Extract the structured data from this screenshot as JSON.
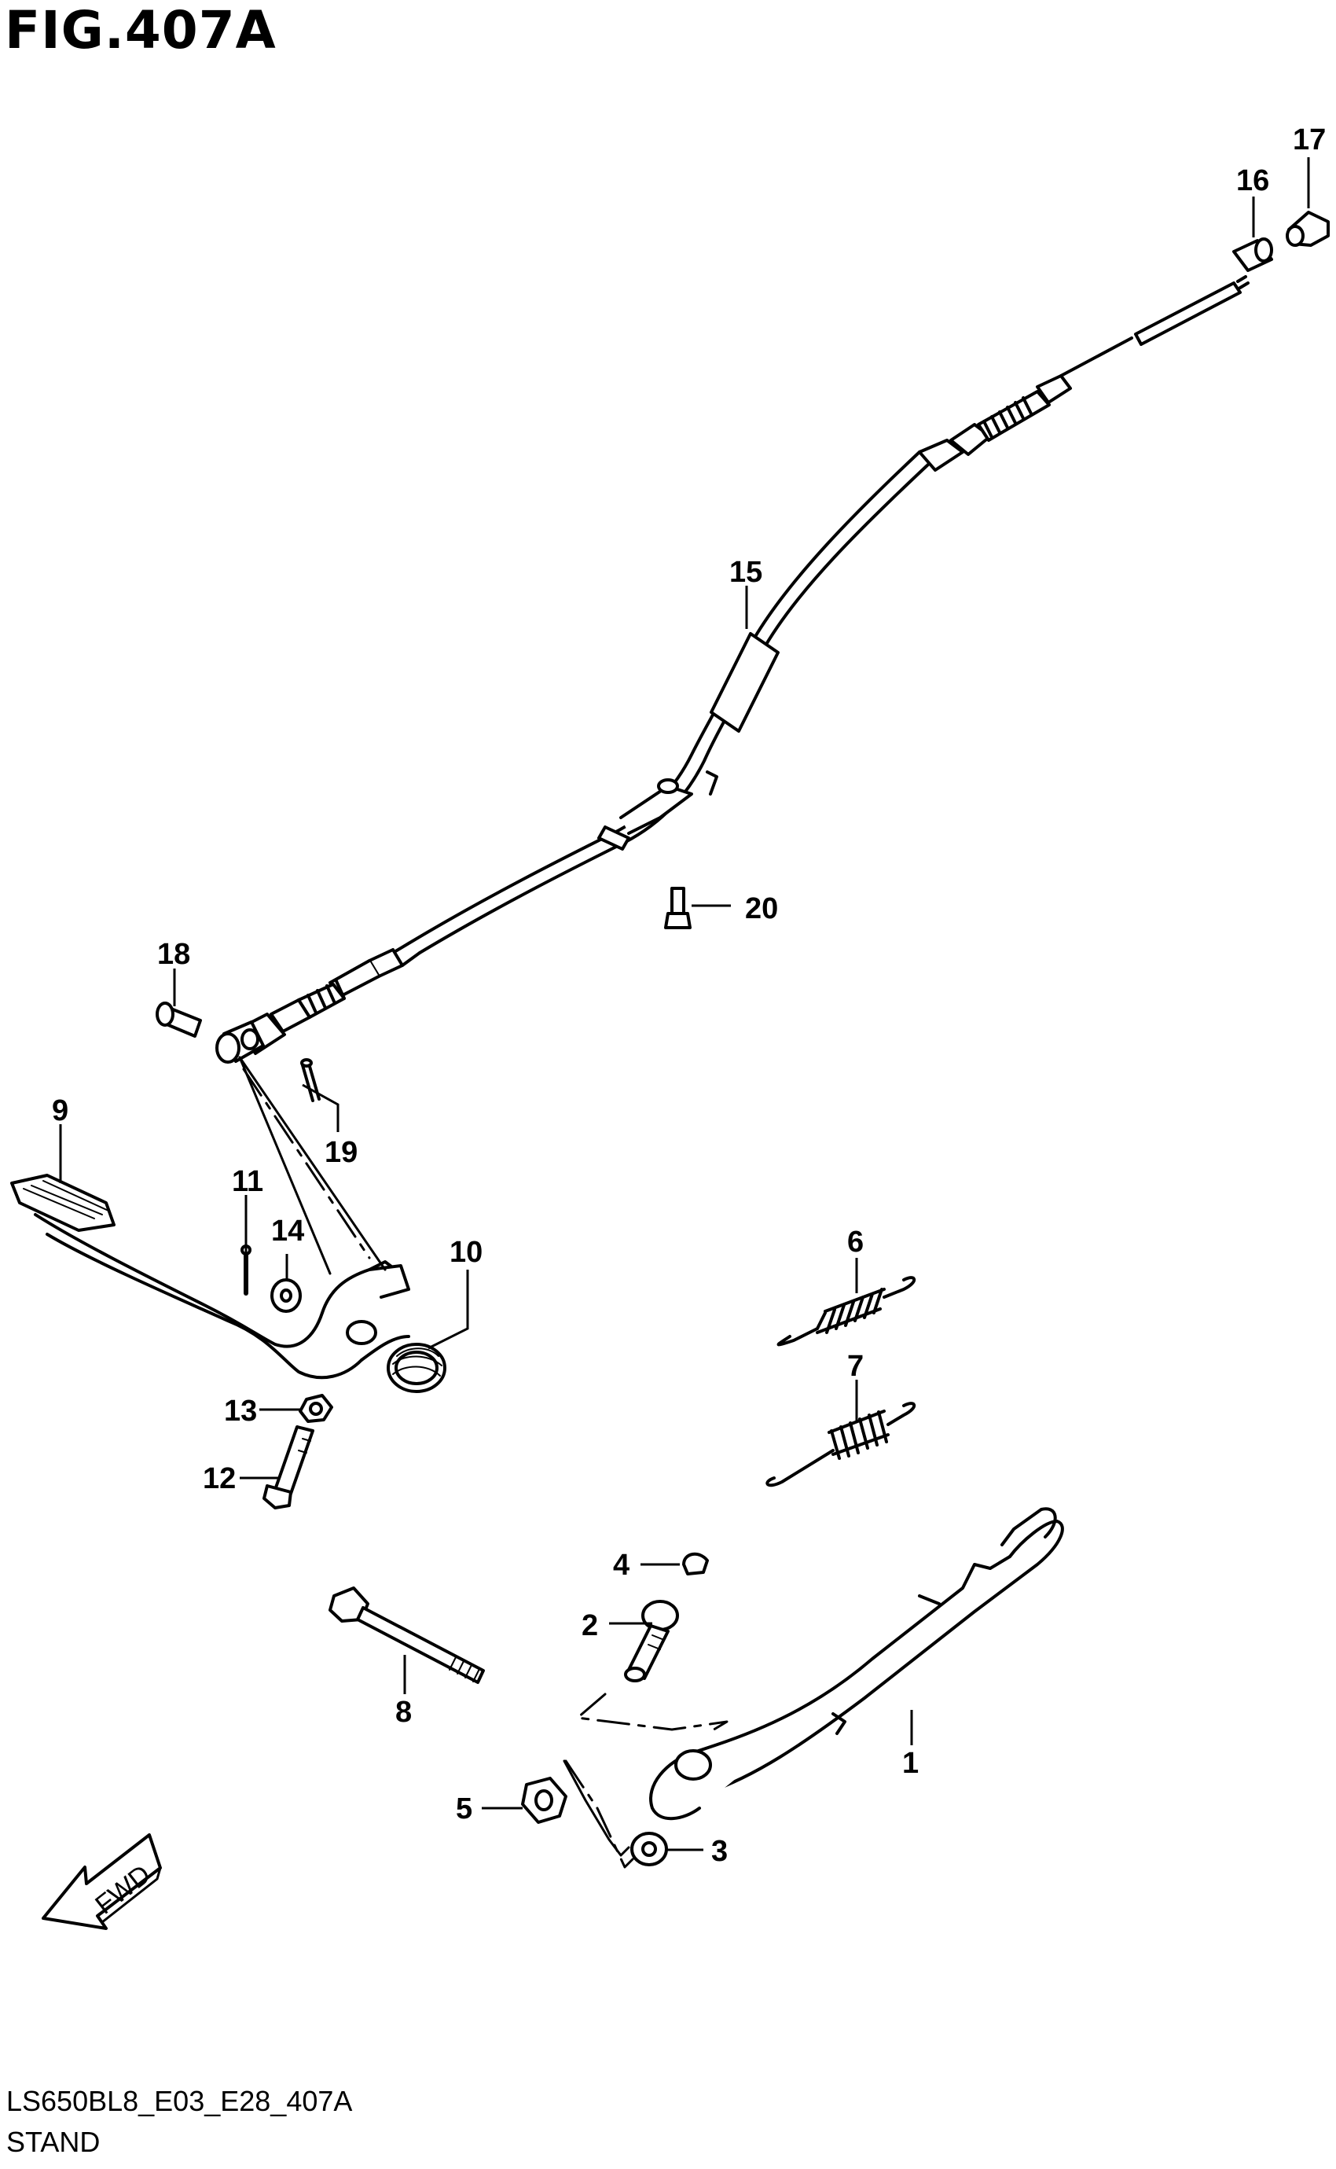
{
  "figure": {
    "title": "FIG.407A",
    "code": "LS650BL8_E03_E28_407A",
    "name": "STAND",
    "direction_label": "FWD"
  },
  "callouts": {
    "c1": "1",
    "c2": "2",
    "c3": "3",
    "c4": "4",
    "c5": "5",
    "c6": "6",
    "c7": "7",
    "c8": "8",
    "c9": "9",
    "c10": "10",
    "c11": "11",
    "c12": "12",
    "c13": "13",
    "c14": "14",
    "c15": "15",
    "c16": "16",
    "c17": "17",
    "c18": "18",
    "c19": "19",
    "c20": "20"
  },
  "colors": {
    "line": "#000000",
    "background": "#ffffff"
  }
}
